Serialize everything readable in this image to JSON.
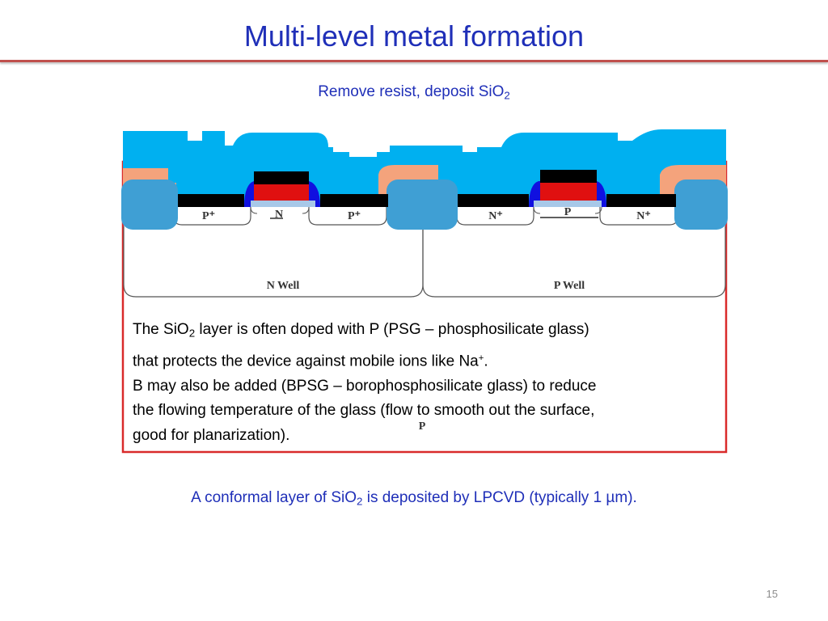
{
  "slide": {
    "title": "Multi-level metal formation",
    "subtitle_main": "Remove resist, deposit SiO",
    "subtitle_sub": "2",
    "page_number": "15"
  },
  "diagram": {
    "labels": {
      "p_plus_left": "P⁺",
      "n_channel": "N",
      "p_plus_right": "P⁺",
      "n_plus_left": "N⁺",
      "p_channel": "P",
      "n_plus_right": "N⁺",
      "n_well": "N Well",
      "p_well": "P Well",
      "substrate": "P"
    },
    "colors": {
      "sio2_layer": "#00b0f0",
      "field_oxide": "#3f9fd4",
      "metal_contact": "#f4a37c",
      "gate_cap": "#000000",
      "polysilicon_gate": "#e01010",
      "gate_spacer": "#1010e0",
      "gate_oxide": "#a7c8e8",
      "frame": "#d92b2b"
    }
  },
  "note": {
    "line1_a": "The SiO",
    "line1_sub": "2",
    "line1_b": " layer is often doped with P (PSG – phosphosilicate glass)",
    "line2_a": "that protects the device against mobile ions  like Na",
    "line2_sup": "+",
    "line2_b": ".",
    "line3": "B may also be added (BPSG – borophosphosilicate glass) to reduce",
    "line4": "the flowing temperature of the glass (flow to smooth out the surface,",
    "line5": "good for planarization)."
  },
  "footnote": {
    "text_a": "A conformal layer of SiO",
    "text_sub": "2",
    "text_b": " is deposited by LPCVD (typically 1 µm)."
  }
}
